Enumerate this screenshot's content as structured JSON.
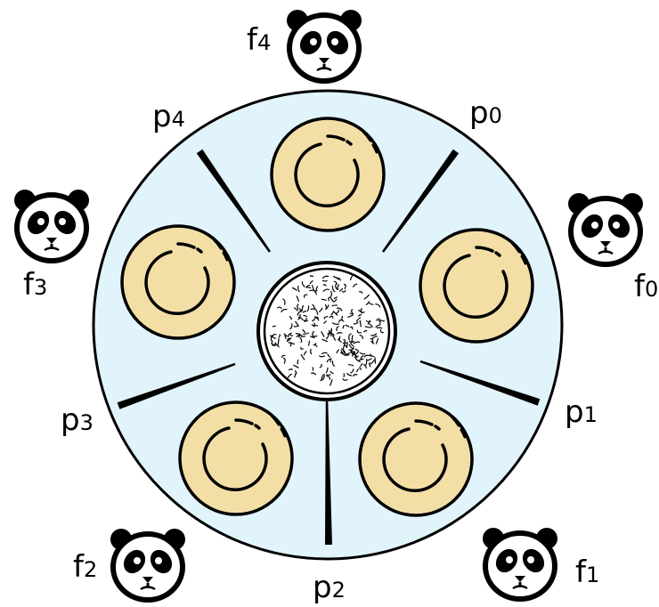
{
  "colors": {
    "table": "#e2f4fb",
    "plate": "#f3dfa6",
    "bowl": "#ffffff",
    "outline": "#000000"
  },
  "icons": {
    "philosopher": "panda-face-icon",
    "fork": "chopstick-icon",
    "plate": "plate-icon",
    "bowl": "rice-bowl-icon"
  },
  "philosophers": [
    {
      "letter": "f",
      "index": "0"
    },
    {
      "letter": "f",
      "index": "1"
    },
    {
      "letter": "f",
      "index": "2"
    },
    {
      "letter": "f",
      "index": "3"
    },
    {
      "letter": "f",
      "index": "4"
    }
  ],
  "forks": [
    {
      "letter": "p",
      "index": "0"
    },
    {
      "letter": "p",
      "index": "1"
    },
    {
      "letter": "p",
      "index": "2"
    },
    {
      "letter": "p",
      "index": "3"
    },
    {
      "letter": "p",
      "index": "4"
    }
  ]
}
